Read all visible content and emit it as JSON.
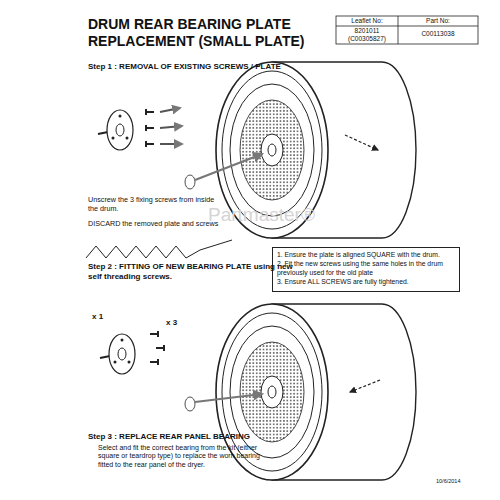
{
  "diagram": {
    "title": "DRUM REAR BEARING PLATE REPLACEMENT (SMALL PLATE)",
    "nodes": [
      {
        "text": [
          "1. Ensure the plate is aligned SQUARE with the drum.",
          "2. Fit the new screws using the same holes in the drum previously used for the old plate",
          "3. Ensure ALL SCREWS are fully tightened."
        ]
      }
    ],
    "labels": [
      "Leaflet No:",
      "Part No:",
      "8201011 (C00305827)",
      "C00113038",
      "Step 1 : REMOVAL OF EXISTING SCREWS / PLATE",
      "Unscrew the 3 fixing screws from inside the drum.",
      "DISCARD the removed plate and screws",
      "Partmaster®",
      "Step 2 : FITTING OF NEW BEARING PLATE using new self threading screws.",
      "x 1",
      "x 3",
      "Step 3 : REPLACE REAR PANEL BEARING",
      "Select and fit the correct bearing from the kit (either square or teardrop type) to replace the worn bearing fitted to the rear panel of the dryer.",
      "10/6/2014"
    ]
  }
}
